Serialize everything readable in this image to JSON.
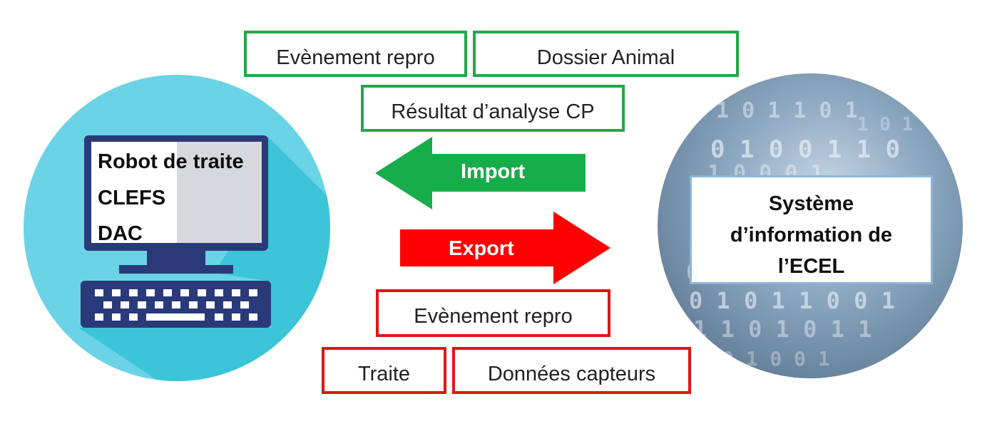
{
  "import_items": {
    "evenement": "Evènement repro",
    "dossier": "Dossier Animal",
    "resultat": "Résultat d’analyse CP"
  },
  "export_items": {
    "evenement": "Evènement repro",
    "traite": "Traite",
    "donnees": "Données capteurs"
  },
  "arrows": {
    "import_label": "Import",
    "export_label": "Export",
    "import_color": "#16ad4a",
    "export_color": "#ff0000"
  },
  "left_system": {
    "lines": [
      "Robot de traite",
      "CLEFS",
      "DAC"
    ],
    "icon": "desktop-computer-icon",
    "circle_color": "#6bd3e6"
  },
  "right_system": {
    "lines": [
      "Système",
      "d’information de",
      "l’ECEL"
    ],
    "background": "binary-code-digital-pattern"
  },
  "colors": {
    "import_border": "#22a84a",
    "export_border": "#e31414"
  }
}
